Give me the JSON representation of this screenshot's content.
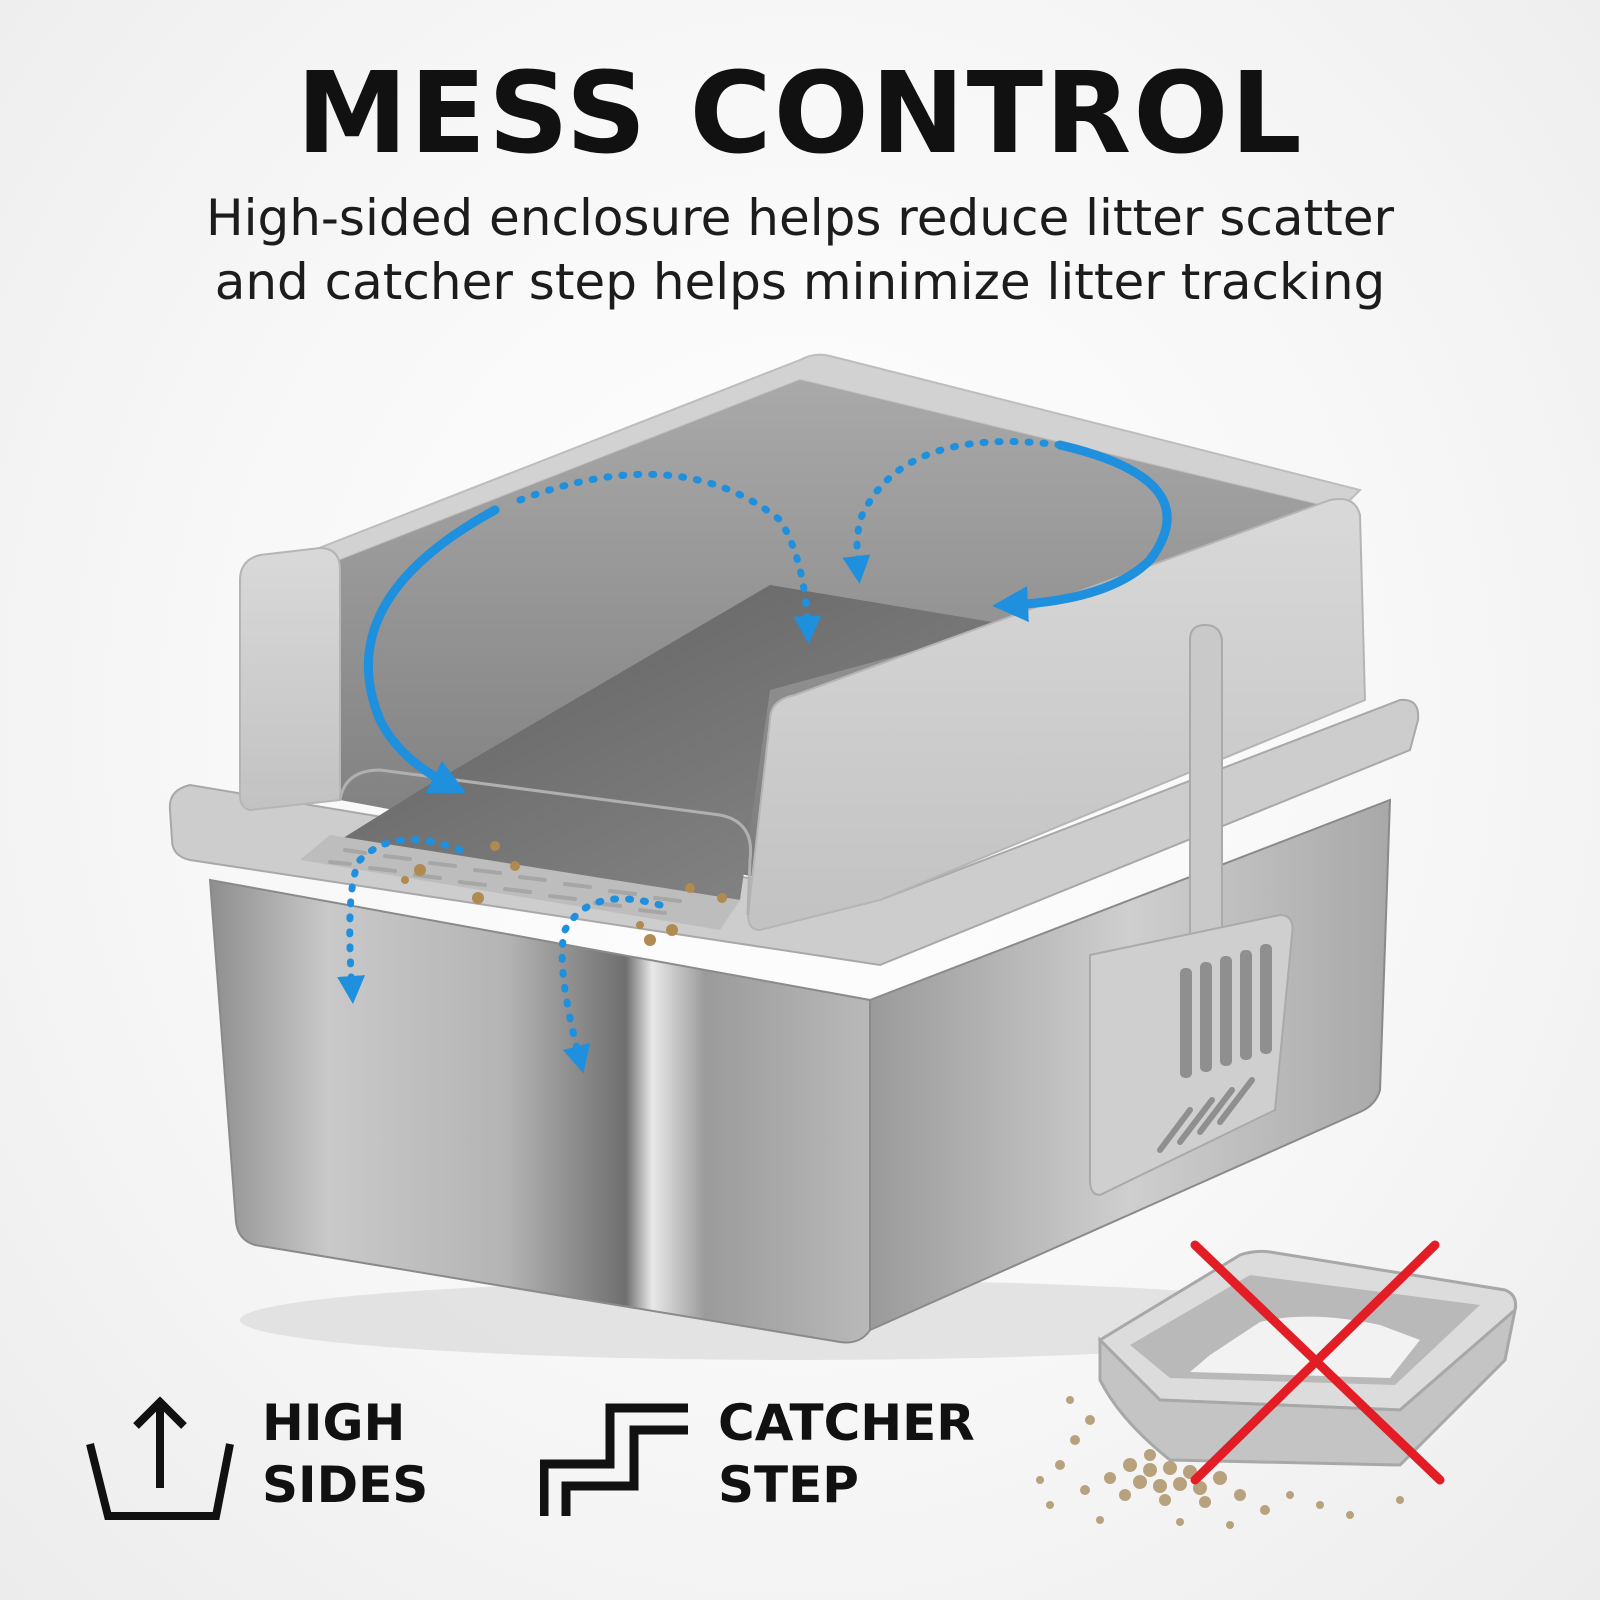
{
  "header": {
    "title": "MESS CONTROL",
    "subtitle_line1": "High-sided enclosure helps reduce litter scatter",
    "subtitle_line2": "and catcher step helps minimize litter tracking"
  },
  "features": {
    "high_sides": {
      "line1": "HIGH",
      "line2": "SIDES",
      "icon": "tray-up-arrow-icon"
    },
    "catcher_step": {
      "line1": "CATCHER",
      "line2": "STEP",
      "icon": "stairs-step-icon"
    }
  },
  "colors": {
    "arrow": "#1e90de",
    "cross": "#e21d25",
    "text": "#111111"
  }
}
